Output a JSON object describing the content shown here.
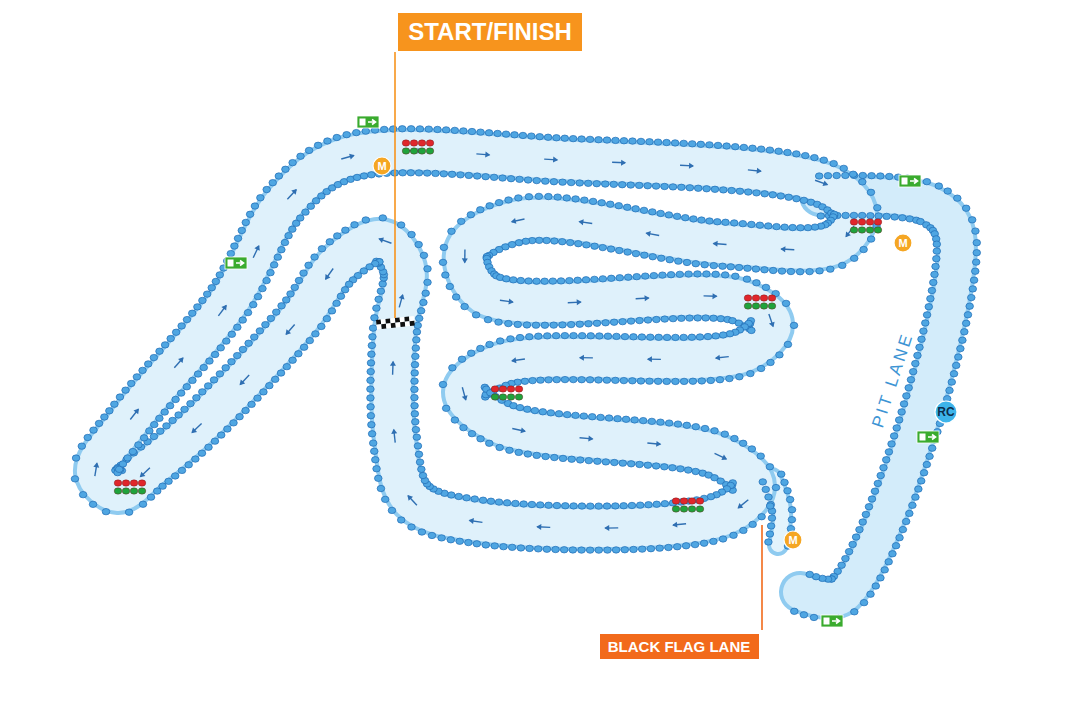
{
  "diagram": {
    "nodes": [
      {
        "text": [
          "START/FINISH"
        ]
      },
      {
        "text": [
          "M"
        ]
      },
      {
        "text": [
          "M"
        ]
      },
      {
        "text": [
          "RC"
        ]
      },
      {
        "text": [
          "M"
        ]
      },
      {
        "text": [
          "BLACK FLAG LANE"
        ]
      }
    ],
    "labels": [
      "PIT LANE"
    ]
  }
}
